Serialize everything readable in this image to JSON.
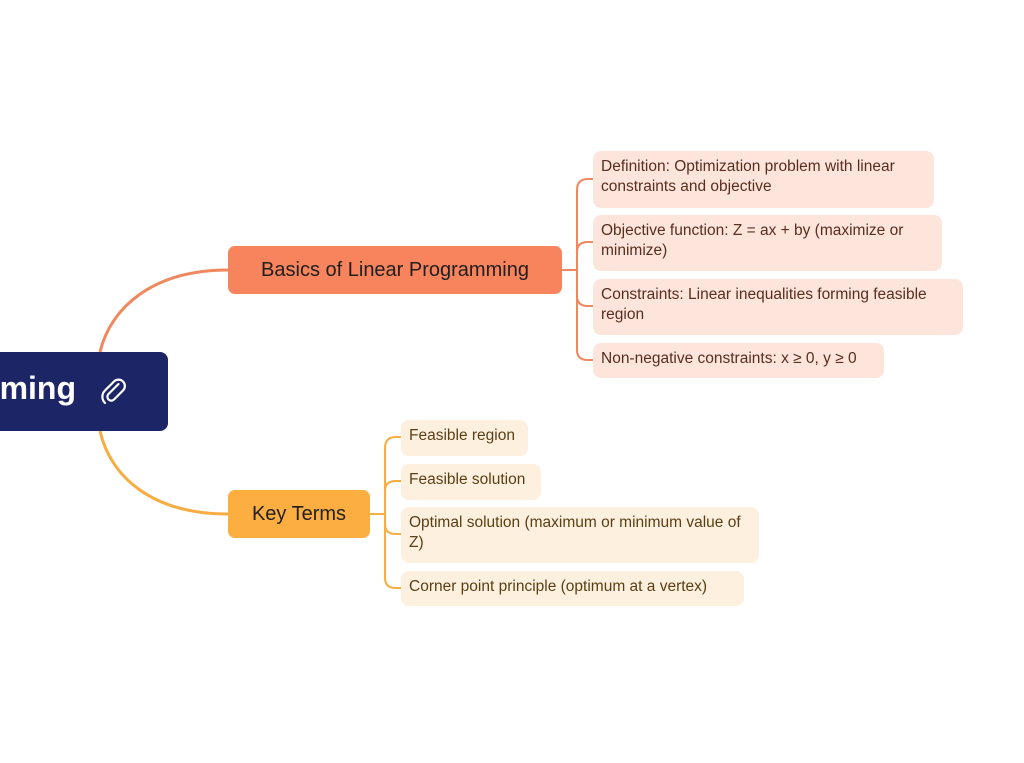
{
  "mindmap": {
    "root": {
      "label": "Linear Programming",
      "visible_label": "ming",
      "icon": "paperclip-icon",
      "color": "#1c2566"
    },
    "branches": [
      {
        "label": "Basics of Linear Programming",
        "color": "#f7845c",
        "leaf_color": "#fde5dc",
        "children": [
          "Definition: Optimization problem with linear constraints and objective",
          "Objective function: Z = ax + by (maximize or minimize)",
          "Constraints: Linear inequalities forming feasible region",
          "Non-negative constraints: x ≥ 0, y ≥ 0"
        ]
      },
      {
        "label": "Key Terms",
        "color": "#fdae40",
        "leaf_color": "#fdf0de",
        "children": [
          "Feasible region",
          "Feasible solution",
          "Optimal solution (maximum or minimum value of Z)",
          "Corner point principle (optimum at a vertex)"
        ]
      }
    ]
  }
}
